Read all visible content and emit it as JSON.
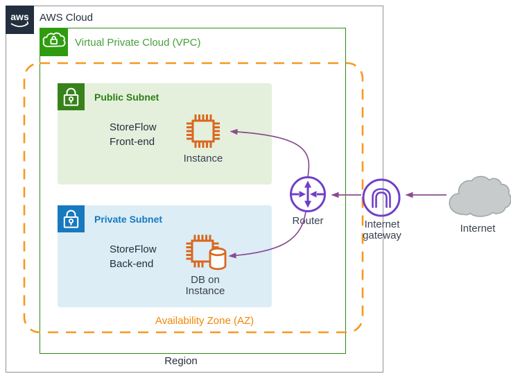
{
  "aws_cloud": {
    "label": "AWS Cloud",
    "logo_text": "aws"
  },
  "region": {
    "label": "Region"
  },
  "vpc": {
    "label": "Virtual Private Cloud (VPC)"
  },
  "availability_zone": {
    "label": "Availability Zone (AZ)"
  },
  "public_subnet": {
    "title": "Public Subnet",
    "line1": "StoreFlow",
    "line2": "Front-end",
    "node_label": "Instance"
  },
  "private_subnet": {
    "title": "Private Subnet",
    "line1": "StoreFlow",
    "line2": "Back-end",
    "node_label_line1": "DB on",
    "node_label_line2": "Instance"
  },
  "router": {
    "label": "Router"
  },
  "internet_gateway": {
    "label_line1": "Internet",
    "label_line2": "gateway"
  },
  "internet": {
    "label": "Internet"
  },
  "icons": {
    "aws_logo": "aws-smile-logo",
    "vpc": "cloud-with-lock",
    "public_subnet": "padlock",
    "private_subnet": "padlock",
    "instance": "chip",
    "db_instance": "chip-with-database",
    "router": "circle-cross-arrows",
    "internet_gateway": "circle-horseshoe",
    "internet": "cloud"
  },
  "colors": {
    "aws_dark": "#232F3E",
    "cloud_border_gray": "#8C9196",
    "vpc_green": "#2C8A10",
    "vpc_icon_green": "#2F9C0F",
    "public_subnet_green": "#37821B",
    "public_fill": "#E4F0DC",
    "private_blue": "#1779BE",
    "private_fill": "#DCEDF6",
    "az_orange": "#F08705",
    "dash_orange": "#F7981D",
    "instance_orange": "#D9671F",
    "network_purple": "#6F3FC8",
    "arrow_plum": "#8A4B8F",
    "internet_cloud_gray": "#C7CBCC",
    "label_gray": "#3B4151"
  }
}
